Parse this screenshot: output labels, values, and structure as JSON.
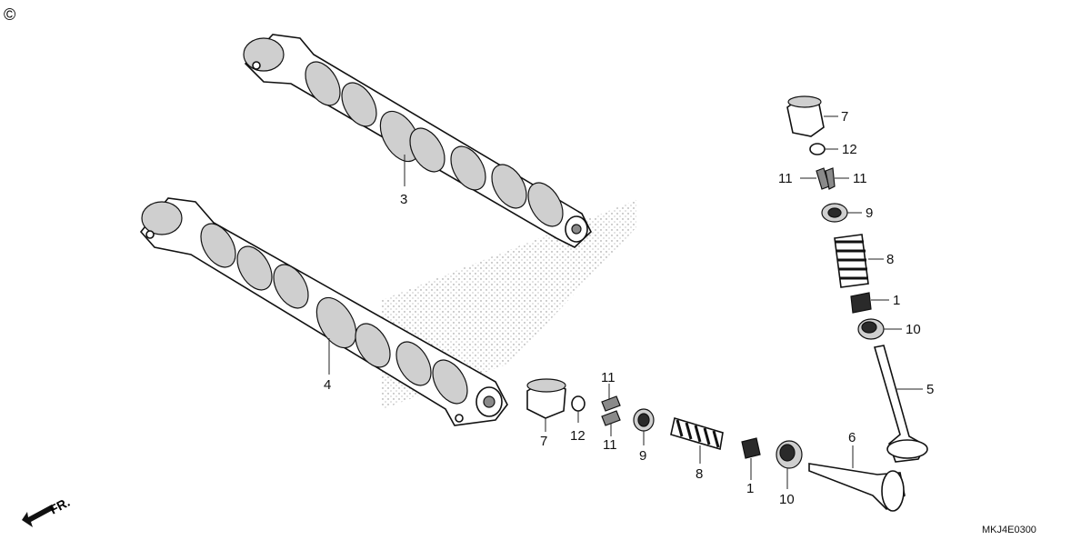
{
  "copyright_mark": "©",
  "direction_label": "FR.",
  "diagram_code": "MKJ4E0300",
  "callouts": {
    "c3": "3",
    "c4": "4",
    "lower_7": "7",
    "lower_12": "12",
    "lower_11_top": "11",
    "lower_11_bottom": "11",
    "lower_9": "9",
    "lower_8": "8",
    "lower_1": "1",
    "lower_10": "10",
    "lower_6": "6",
    "upper_7": "7",
    "upper_12": "12",
    "upper_11_left": "11",
    "upper_11_right": "11",
    "upper_9": "9",
    "upper_8": "8",
    "upper_1": "1",
    "upper_10": "10",
    "upper_5": "5"
  },
  "icons": {
    "copyright": "copyright-icon",
    "direction_arrow": "front-arrow-icon"
  }
}
